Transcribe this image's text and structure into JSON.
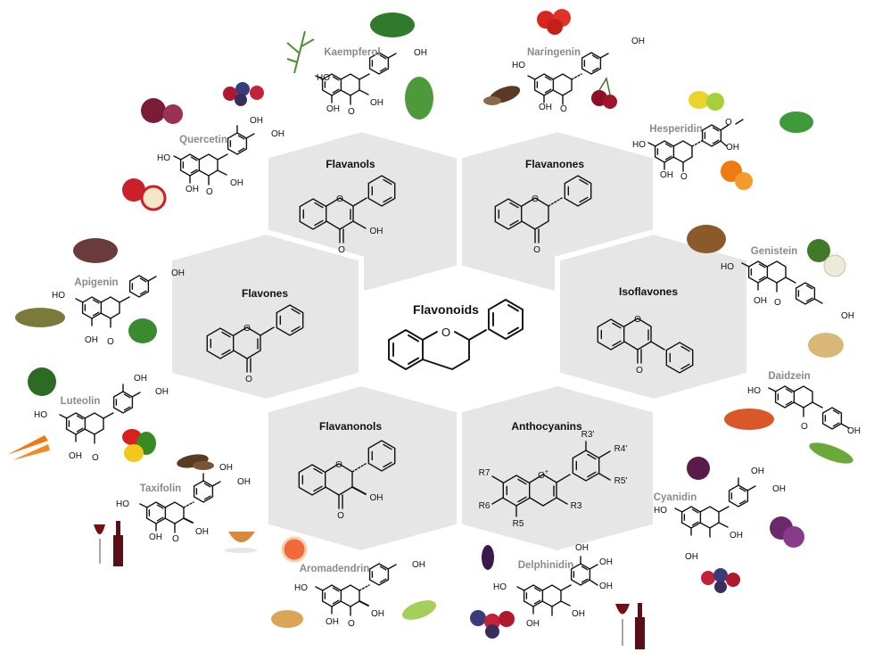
{
  "center": {
    "label": "Flavonoids",
    "ring_oxygen": "O"
  },
  "classes": [
    {
      "id": "flavanols",
      "label": "Flavanols"
    },
    {
      "id": "flavanones",
      "label": "Flavanones"
    },
    {
      "id": "flavones",
      "label": "Flavones"
    },
    {
      "id": "isoflavones",
      "label": "Isoflavones"
    },
    {
      "id": "flavanonols",
      "label": "Flavanonols"
    },
    {
      "id": "anthocyanins",
      "label": "Anthocyanins"
    }
  ],
  "anthocyanin_substituents": [
    "R3'",
    "R4'",
    "R5'",
    "R7",
    "R6",
    "R5",
    "R3"
  ],
  "compounds": [
    {
      "id": "kaempferol",
      "name": "Kaempferol",
      "foods": [
        "dill",
        "spinach",
        "berries",
        "kale"
      ]
    },
    {
      "id": "naringenin",
      "name": "Naringenin",
      "foods": [
        "tomato",
        "cocoa",
        "cherry"
      ]
    },
    {
      "id": "quercetin",
      "name": "Quercetin",
      "foods": [
        "onion",
        "berries",
        "apple"
      ]
    },
    {
      "id": "hesperidin",
      "name": "Hesperidin",
      "foods": [
        "lemon",
        "mint",
        "orange"
      ]
    },
    {
      "id": "apigenin",
      "name": "Apigenin",
      "foods": [
        "lettuce",
        "dried-herbs",
        "parsley"
      ]
    },
    {
      "id": "genistein",
      "name": "Genistein",
      "foods": [
        "nuts",
        "broccoli-cauliflower",
        "soybeans"
      ]
    },
    {
      "id": "luteolin",
      "name": "Luteolin",
      "foods": [
        "broccoli",
        "carrots",
        "peppers"
      ]
    },
    {
      "id": "daidzein",
      "name": "Daidzein",
      "foods": [
        "lentils",
        "peas"
      ]
    },
    {
      "id": "taxifolin",
      "name": "Taxifolin",
      "foods": [
        "red-wine",
        "cocoa",
        "tea"
      ]
    },
    {
      "id": "cyanidin",
      "name": "Cyanidin",
      "foods": [
        "plum",
        "red-cabbage",
        "berries"
      ]
    },
    {
      "id": "aromadendrin",
      "name": "Aromadendrin",
      "foods": [
        "grapefruit",
        "ginger",
        "celery"
      ]
    },
    {
      "id": "delphinidin",
      "name": "Delphinidin",
      "foods": [
        "eggplant",
        "berries",
        "red-wine"
      ]
    }
  ],
  "atoms": {
    "oh": "OH",
    "ho": "HO",
    "o": "O",
    "och3": "O"
  },
  "colors": {
    "hex_fill": "#e6e6e6",
    "compound_label": "#8a8a8a"
  }
}
